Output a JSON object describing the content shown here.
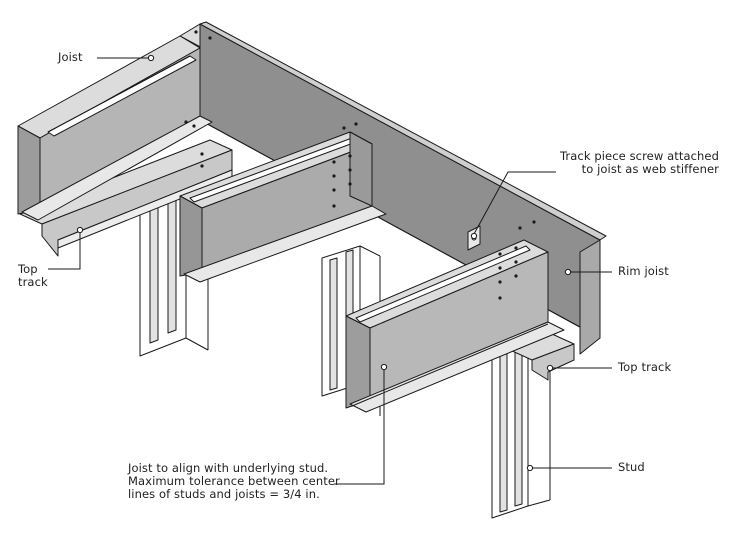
{
  "labels": {
    "joist": "Joist",
    "top_track_left": "Top\ntrack",
    "track_piece": "Track piece screw attached\nto joist as web stiffener",
    "rim_joist": "Rim joist",
    "top_track_right": "Top track",
    "stud": "Stud",
    "note": "Joist to align with underlying stud.\nMaximum tolerance between center\nlines of studs and joists = 3/4 in."
  },
  "colors": {
    "steel_dark": "#8f8f8f",
    "steel_mid": "#a9a9a9",
    "steel_light": "#cfcfcf",
    "steel_top": "#dcdcdc",
    "outline": "#1a1a1a",
    "background": "#ffffff"
  }
}
